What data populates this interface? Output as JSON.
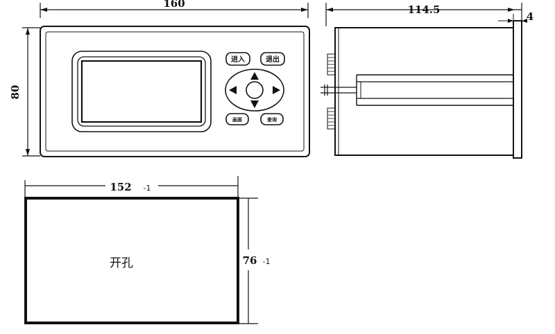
{
  "front": {
    "width": "160",
    "height": "80",
    "buttons": {
      "enter": "进入",
      "exit": "退出",
      "left_bottom": "画面",
      "right_bottom": "查询"
    }
  },
  "side": {
    "depth": "114.5",
    "flange": "4"
  },
  "cutout": {
    "width": "152",
    "height": "76",
    "tolerance": "-1",
    "label": "开孔"
  }
}
